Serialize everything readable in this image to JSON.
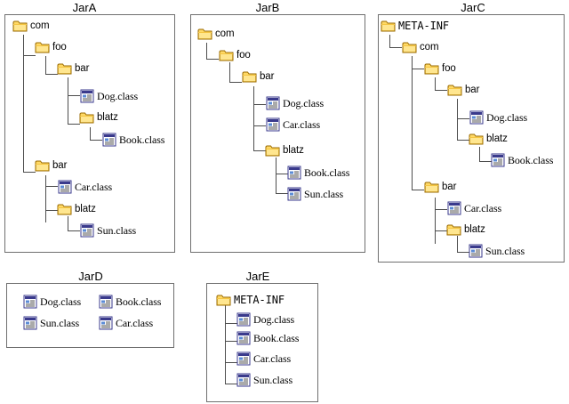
{
  "jars": [
    {
      "title": "JarA",
      "items": [
        {
          "label": "com",
          "kind": "folder"
        },
        {
          "label": "foo",
          "kind": "folder"
        },
        {
          "label": "bar",
          "kind": "folder"
        },
        {
          "label": "Dog.class",
          "kind": "class"
        },
        {
          "label": "blatz",
          "kind": "folder"
        },
        {
          "label": "Book.class",
          "kind": "class"
        },
        {
          "label": "bar",
          "kind": "folder"
        },
        {
          "label": "Car.class",
          "kind": "class"
        },
        {
          "label": "blatz",
          "kind": "folder"
        },
        {
          "label": "Sun.class",
          "kind": "class"
        }
      ]
    },
    {
      "title": "JarB",
      "items": [
        {
          "label": "com",
          "kind": "folder"
        },
        {
          "label": "foo",
          "kind": "folder"
        },
        {
          "label": "bar",
          "kind": "folder"
        },
        {
          "label": "Dog.class",
          "kind": "class"
        },
        {
          "label": "Car.class",
          "kind": "class"
        },
        {
          "label": "blatz",
          "kind": "folder"
        },
        {
          "label": "Book.class",
          "kind": "class"
        },
        {
          "label": "Sun.class",
          "kind": "class"
        }
      ]
    },
    {
      "title": "JarC",
      "items": [
        {
          "label": "META-INF",
          "kind": "folder"
        },
        {
          "label": "com",
          "kind": "folder"
        },
        {
          "label": "foo",
          "kind": "folder"
        },
        {
          "label": "bar",
          "kind": "folder"
        },
        {
          "label": "Dog.class",
          "kind": "class"
        },
        {
          "label": "blatz",
          "kind": "folder"
        },
        {
          "label": "Book.class",
          "kind": "class"
        },
        {
          "label": "bar",
          "kind": "folder"
        },
        {
          "label": "Car.class",
          "kind": "class"
        },
        {
          "label": "blatz",
          "kind": "folder"
        },
        {
          "label": "Sun.class",
          "kind": "class"
        }
      ]
    },
    {
      "title": "JarD",
      "items": [
        {
          "label": "Dog.class",
          "kind": "class"
        },
        {
          "label": "Book.class",
          "kind": "class"
        },
        {
          "label": "Sun.class",
          "kind": "class"
        },
        {
          "label": "Car.class",
          "kind": "class"
        }
      ]
    },
    {
      "title": "JarE",
      "items": [
        {
          "label": "META-INF",
          "kind": "folder"
        },
        {
          "label": "Dog.class",
          "kind": "class"
        },
        {
          "label": "Book.class",
          "kind": "class"
        },
        {
          "label": "Car.class",
          "kind": "class"
        },
        {
          "label": "Sun.class",
          "kind": "class"
        }
      ]
    }
  ],
  "colors": {
    "folder_fill": "#ffd966",
    "folder_stroke": "#9a6a00",
    "class_frame": "#3a3a8c",
    "line": "#4d4d4d",
    "box_border": "#6f6f6f"
  }
}
